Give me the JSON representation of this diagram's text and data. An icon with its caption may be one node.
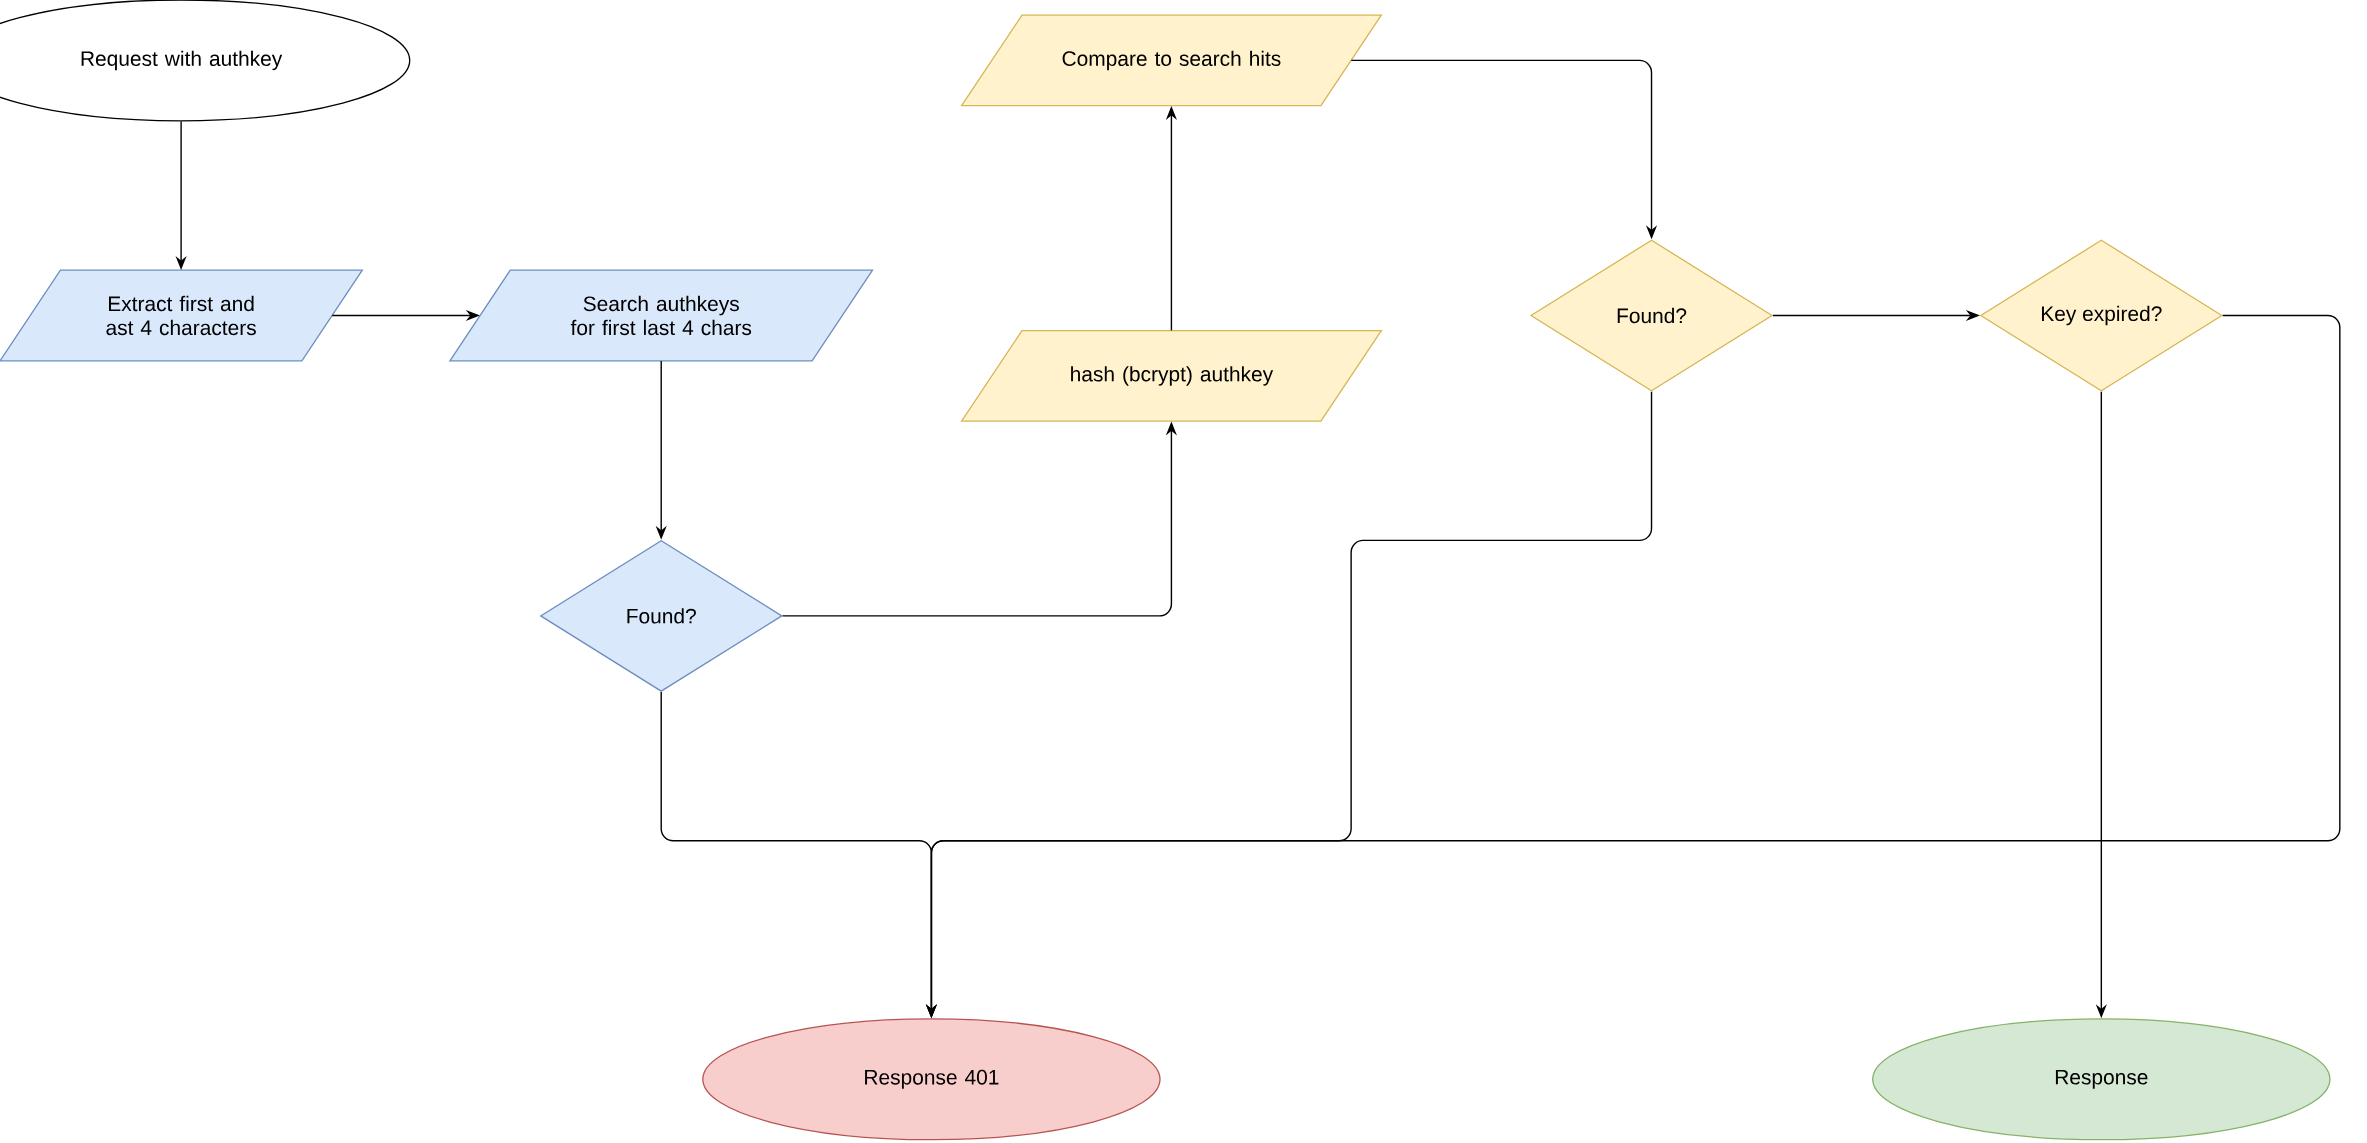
{
  "diagram": {
    "nodes": [
      {
        "text": [
          "Request with authkey"
        ]
      },
      {
        "text": [
          "Extract first and ast 4 characters"
        ]
      },
      {
        "text": [
          "Search authkeys for first last 4 chars"
        ]
      },
      {
        "text": [
          "Found?"
        ]
      },
      {
        "text": [
          "hash (bcrypt) authkey"
        ]
      },
      {
        "text": [
          "Compare to search hits"
        ]
      },
      {
        "text": [
          "Found?"
        ]
      },
      {
        "text": [
          "Key expired?"
        ]
      },
      {
        "text": [
          "Response 401"
        ]
      },
      {
        "text": [
          "Response"
        ]
      }
    ],
    "edges": [
      {
        "from": 0,
        "to": 1,
        "arrow": "to"
      },
      {
        "from": 1,
        "to": 2,
        "arrow": "to"
      },
      {
        "from": 2,
        "to": 3,
        "arrow": "to"
      },
      {
        "from": 3,
        "to": 4,
        "arrow": "to"
      },
      {
        "from": 4,
        "to": 5,
        "arrow": "to"
      },
      {
        "from": 5,
        "to": 6,
        "arrow": "to"
      },
      {
        "from": 6,
        "to": 7,
        "arrow": "to"
      },
      {
        "from": 3,
        "to": 8,
        "arrow": "to"
      },
      {
        "from": 6,
        "to": 8,
        "arrow": "to"
      },
      {
        "from": 7,
        "to": 8,
        "arrow": "to"
      },
      {
        "from": 7,
        "to": 9,
        "arrow": "to"
      }
    ]
  }
}
